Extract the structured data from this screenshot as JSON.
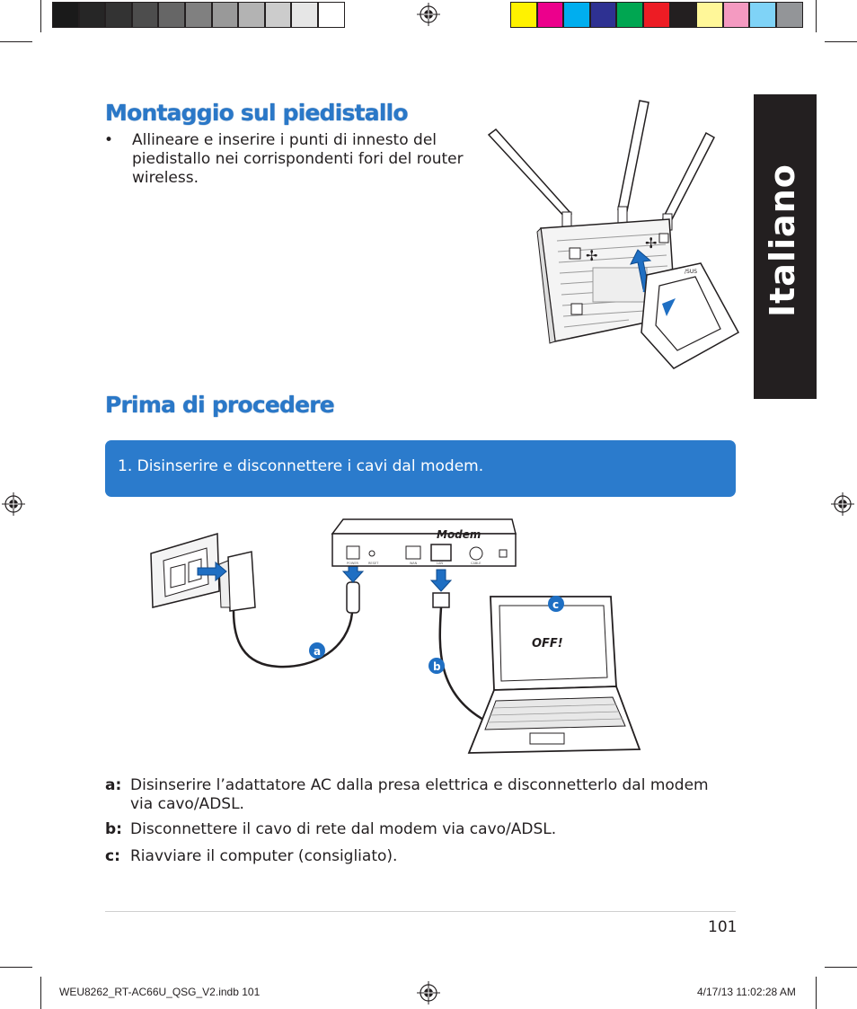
{
  "colors": {
    "heading_blue": "#2a78c8",
    "step_box_blue": "#2b7bcc",
    "side_tab": "#231f20",
    "grayscale_bar": [
      "#1a1a1a",
      "#262626",
      "#333333",
      "#4d4d4d",
      "#666666",
      "#808080",
      "#999999",
      "#b3b3b3",
      "#cccccc",
      "#e6e6e6",
      "#ffffff"
    ],
    "color_bar": [
      "#fff200",
      "#ec008c",
      "#00aeef",
      "#2e3192",
      "#00a651",
      "#ed1c24",
      "#231f20",
      "#fff799",
      "#f49ac1",
      "#7fd3f7",
      "#939598"
    ]
  },
  "sections": {
    "stand": {
      "title": "Montaggio sul piedistallo",
      "bullet": "Allineare e inserire i punti di innesto del piedistallo nei corrispondenti fori del router wireless."
    },
    "before": {
      "title": "Prima di procedere",
      "step": "1.  Disinserire e disconnettere i cavi dal modem."
    }
  },
  "side_tab": {
    "label": "Italiano"
  },
  "diagram": {
    "modem_label": "Modem",
    "laptop_screen": "OFF!",
    "callouts": [
      "a",
      "b",
      "c"
    ],
    "port_labels": [
      "POWER",
      "RESET",
      "WAN",
      "LAN",
      "CABLE"
    ]
  },
  "notes": [
    {
      "key": "a:",
      "text": "Disinserire l’adattatore AC dalla presa elettrica e disconnetterlo dal modem via cavo/ADSL."
    },
    {
      "key": "b:",
      "text": "Disconnettere il cavo di rete dal modem via cavo/ADSL."
    },
    {
      "key": "c:",
      "text": "Riavviare il computer (consigliato)."
    }
  ],
  "page_number": "101",
  "footer": {
    "left": "WEU8262_RT-AC66U_QSG_V2.indb   101",
    "right": "4/17/13   11:02:28 AM"
  }
}
